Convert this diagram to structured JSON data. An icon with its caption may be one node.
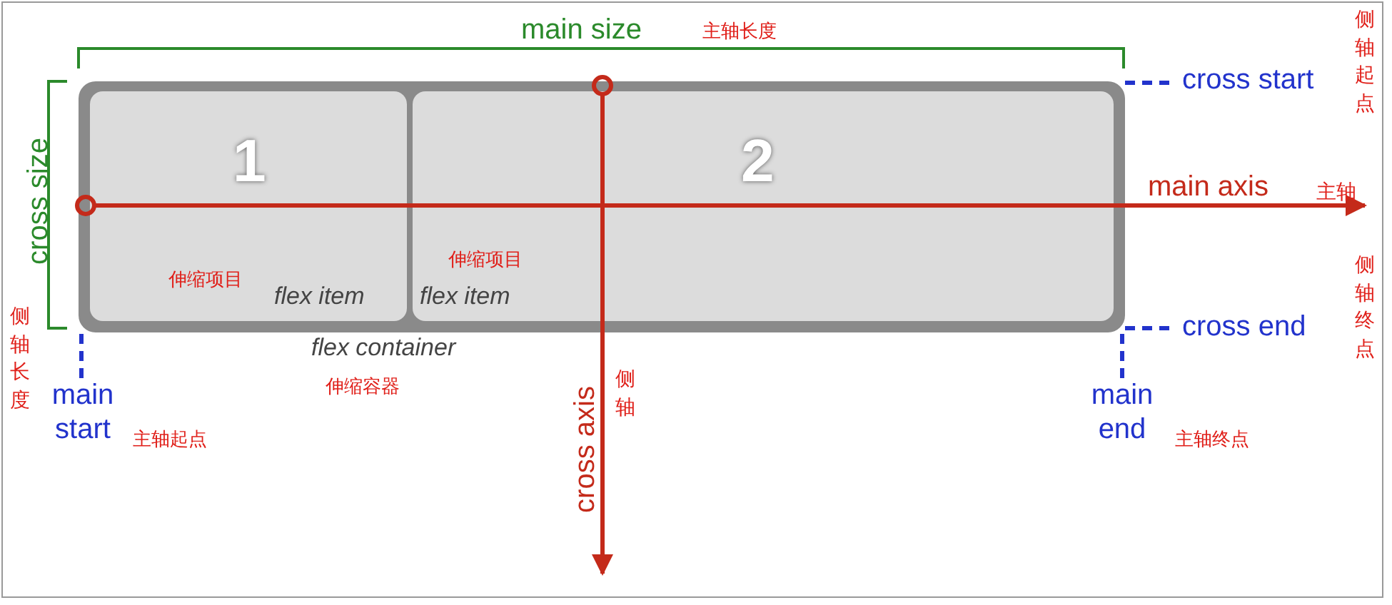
{
  "diagram": {
    "nodes": [
      {
        "text": [],
        "shape": "box",
        "beside": [
          "flex container",
          "伸缩容器"
        ]
      },
      {
        "text": [
          "1",
          "伸缩项目",
          "flex item"
        ],
        "in": 0
      },
      {
        "text": [
          "2",
          "伸缩项目",
          "flex item"
        ],
        "in": 0
      }
    ],
    "labels": [
      "main size",
      "主轴长度",
      "侧轴起点",
      "cross start",
      "cross size",
      "main axis",
      "主轴",
      "侧轴终点",
      "cross end",
      "侧轴长度",
      "cross axis",
      "侧轴",
      "main start",
      "主轴起点",
      "main end",
      "主轴终点"
    ]
  }
}
